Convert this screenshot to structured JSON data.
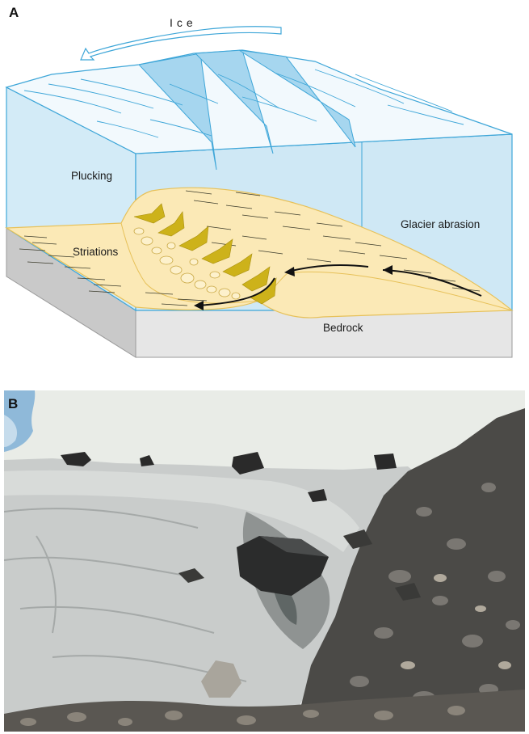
{
  "figure": {
    "panel_a": {
      "letter": "A",
      "labels": {
        "ice": "Ice",
        "plucking": "Plucking",
        "striations": "Striations",
        "glacier_abrasion": "Glacier abrasion",
        "bedrock": "Bedrock"
      },
      "colors": {
        "ice_side": "#d3ebf7",
        "ice_front": "#cbe6f4",
        "ice_top": "#f1f9fd",
        "ice_edge": "#3ea6d8",
        "crevasse": "#9fd3ee",
        "sediment": "#fbe8b4",
        "sediment_edge": "#e8c15a",
        "plucked_rock": "#cdb21a",
        "bedrock": "#e4e4e4",
        "bedrock_dark": "#c8c8c8",
        "arrow": "#111111"
      }
    },
    "panel_b": {
      "letter": "B",
      "colors": {
        "sky": "#e9ece7",
        "ice": "#c9ccca",
        "ice_dark": "#8d9190",
        "rock": "#2a2a2a",
        "moraine": "#4b4a47"
      }
    }
  }
}
